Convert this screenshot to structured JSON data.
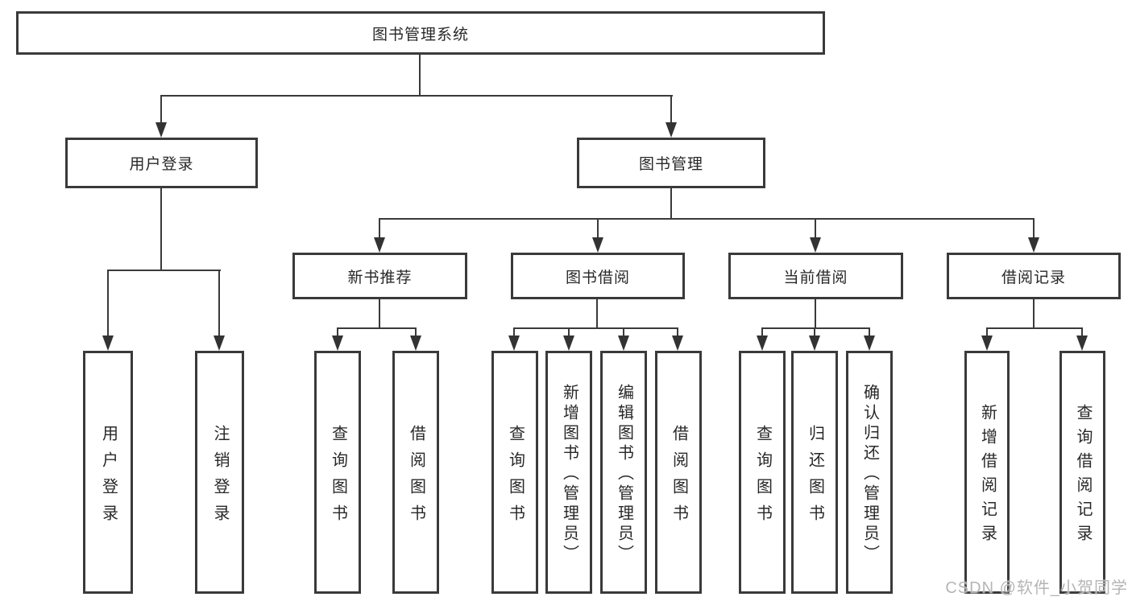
{
  "nodes": {
    "root": "图书管理系统",
    "user_login": "用户登录",
    "book_mgmt": "图书管理",
    "new_book_rec": "新书推荐",
    "book_borrow": "图书借阅",
    "current_borrow": "当前借阅",
    "borrow_record": "借阅记录",
    "leaf_user_login": "用户登录",
    "leaf_logout": "注销登录",
    "leaf_query_book_rec": "查询图书",
    "leaf_borrow_book_rec": "借阅图书",
    "leaf_query_book_borrow": "查询图书",
    "leaf_add_book_admin": "新增图书（管理员）",
    "leaf_edit_book_admin": "编辑图书（管理员）",
    "leaf_borrow_book_borrow": "借阅图书",
    "leaf_query_book_current": "查询图书",
    "leaf_return_book": "归还图书",
    "leaf_confirm_return_admin": "确认归还（管理员）",
    "leaf_add_borrow_record": "新增借阅记录",
    "leaf_query_borrow_record": "查询借阅记录"
  },
  "colors": {
    "line": "#3a3a3a",
    "box_border": "#3a3a3a",
    "text": "#282828",
    "background": "#ffffff",
    "watermark": "#b5b5b5"
  },
  "watermark": "CSDN @软件_小贺同学"
}
